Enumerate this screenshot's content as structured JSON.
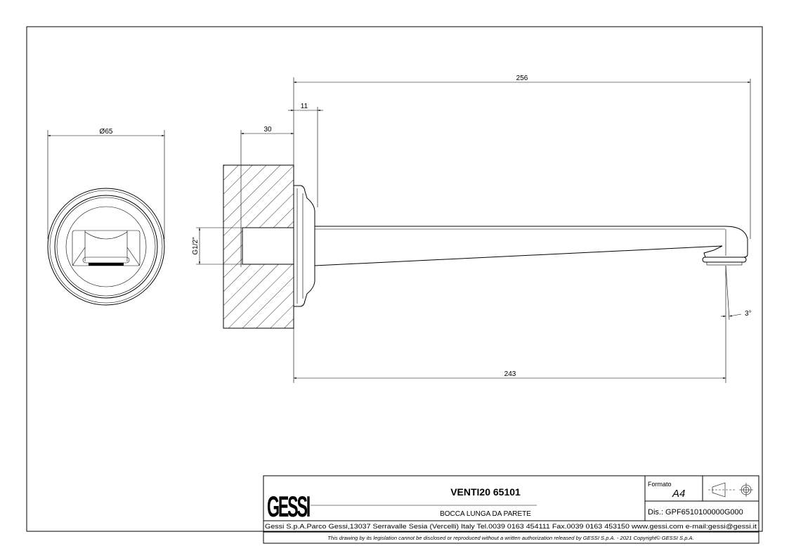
{
  "drawing": {
    "dimensions": {
      "diameter": "Ø65",
      "overall_length": "256",
      "flange_depth": "11",
      "wall_depth": "30",
      "thread": "G1/2\"",
      "outlet_distance": "243",
      "angle": "3°"
    }
  },
  "title_block": {
    "logo": "GESSI",
    "product_code": "VENTI20 65101",
    "description": "BOCCA LUNGA DA PARETE",
    "format_label": "Formato",
    "format_value": "A4",
    "drawing_number": "Dis.: GPF6510100000G000",
    "company_info": "Gessi S.p.A.Parco Gessi,13037 Serravalle Sesia (Vercelli) Italy Tel.0039 0163 454111 Fax.0039 0163 453150 www.gessi.com e-mail:gessi@gessi.it",
    "disclaimer": "This drawing by its legislation cannot be disclosed or reproduced without a written authorization released by GESSI S.p.A. - 2021 Copyright© GESSI S.p.A."
  }
}
